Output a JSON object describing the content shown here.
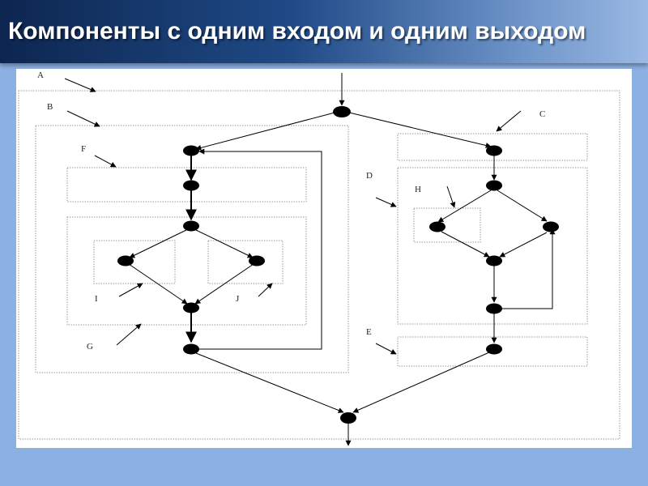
{
  "title": "Компоненты с одним входом и одним выходом",
  "labels": {
    "a": "A",
    "b": "B",
    "c": "C",
    "d": "D",
    "e": "E",
    "f": "F",
    "g": "G",
    "h": "H",
    "i": "I",
    "j": "J"
  }
}
